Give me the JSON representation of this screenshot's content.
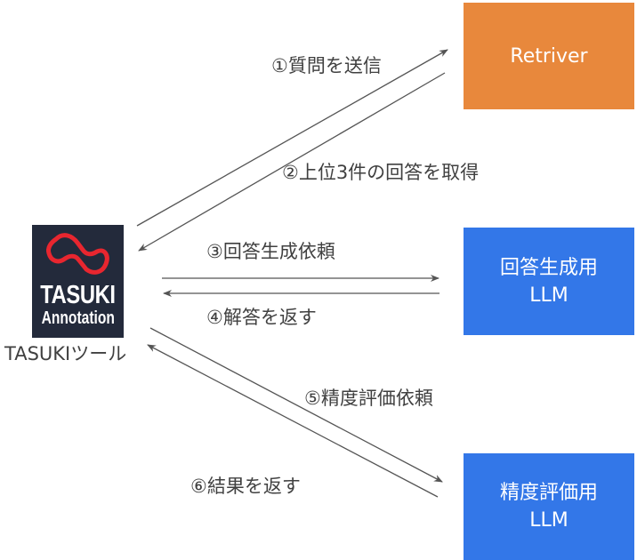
{
  "tool": {
    "logo_title": "TASUKI",
    "logo_subtitle": "Annotation",
    "label": "TASUKIツール",
    "logo_colors": {
      "background": "#232a3b",
      "mark": "#e8262f"
    }
  },
  "nodes": {
    "retriever": {
      "label": "Retriver",
      "color": "#e8883c"
    },
    "generation_llm": {
      "line1": "回答生成用",
      "line2": "LLM",
      "color": "#3377e8"
    },
    "evaluation_llm": {
      "line1": "精度評価用",
      "line2": "LLM",
      "color": "#3377e8"
    }
  },
  "steps": [
    {
      "label": "①質問を送信",
      "from": "tool",
      "to": "retriever"
    },
    {
      "label": "②上位3件の回答を取得",
      "from": "retriever",
      "to": "tool"
    },
    {
      "label": "③回答生成依頼",
      "from": "tool",
      "to": "generation_llm"
    },
    {
      "label": "④解答を返す",
      "from": "generation_llm",
      "to": "tool"
    },
    {
      "label": "⑤精度評価依頼",
      "from": "tool",
      "to": "evaluation_llm"
    },
    {
      "label": "⑥結果を返す",
      "from": "evaluation_llm",
      "to": "tool"
    }
  ],
  "arrow_color": "#555555"
}
